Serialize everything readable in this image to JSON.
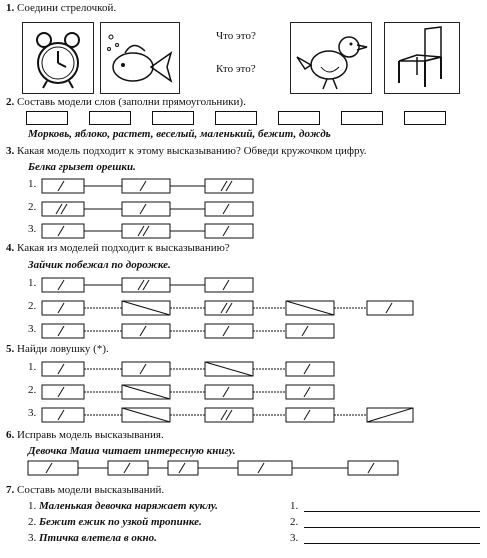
{
  "task1": {
    "number": "1.",
    "text": "Соедини стрелочкой.",
    "question_what": "Что это?",
    "question_who": "Кто это?",
    "pictures": [
      "alarm-clock-icon",
      "goldfish-icon",
      "bird-icon",
      "chair-icon"
    ]
  },
  "task2": {
    "number": "2.",
    "text": "Составь модели слов (заполни прямоугольники).",
    "words": "Морковь, яблоко, растет, веселый, маленький, бежит, дождь"
  },
  "task3": {
    "number": "3.",
    "text": "Какая модель подходит к этому высказыванию? Обведи кружочком цифру.",
    "sentence": "Белка грызет орешки.",
    "options": [
      "1.",
      "2.",
      "3."
    ]
  },
  "task4": {
    "number": "4.",
    "text": "Какая из моделей подходит к высказыванию?",
    "sentence": "Зайчик побежал по дорожке.",
    "options": [
      "1.",
      "2.",
      "3."
    ]
  },
  "task5": {
    "number": "5.",
    "text": "Найди ловушку (*).",
    "options": [
      "1.",
      "2.",
      "3."
    ]
  },
  "task6": {
    "number": "6.",
    "text": "Исправь модель высказывания.",
    "sentence": "Девочка Маша читает интересную книгу."
  },
  "task7": {
    "number": "7.",
    "text": "Составь модели высказываний.",
    "items": [
      {
        "num": "1.",
        "text": "Маленькая девочка наряжает куклу.",
        "answer_num": "1."
      },
      {
        "num": "2.",
        "text": "Бежит ежик по узкой тропинке.",
        "answer_num": "2."
      },
      {
        "num": "3.",
        "text": "Птичка влетела в окно.",
        "answer_num": "3."
      }
    ]
  }
}
